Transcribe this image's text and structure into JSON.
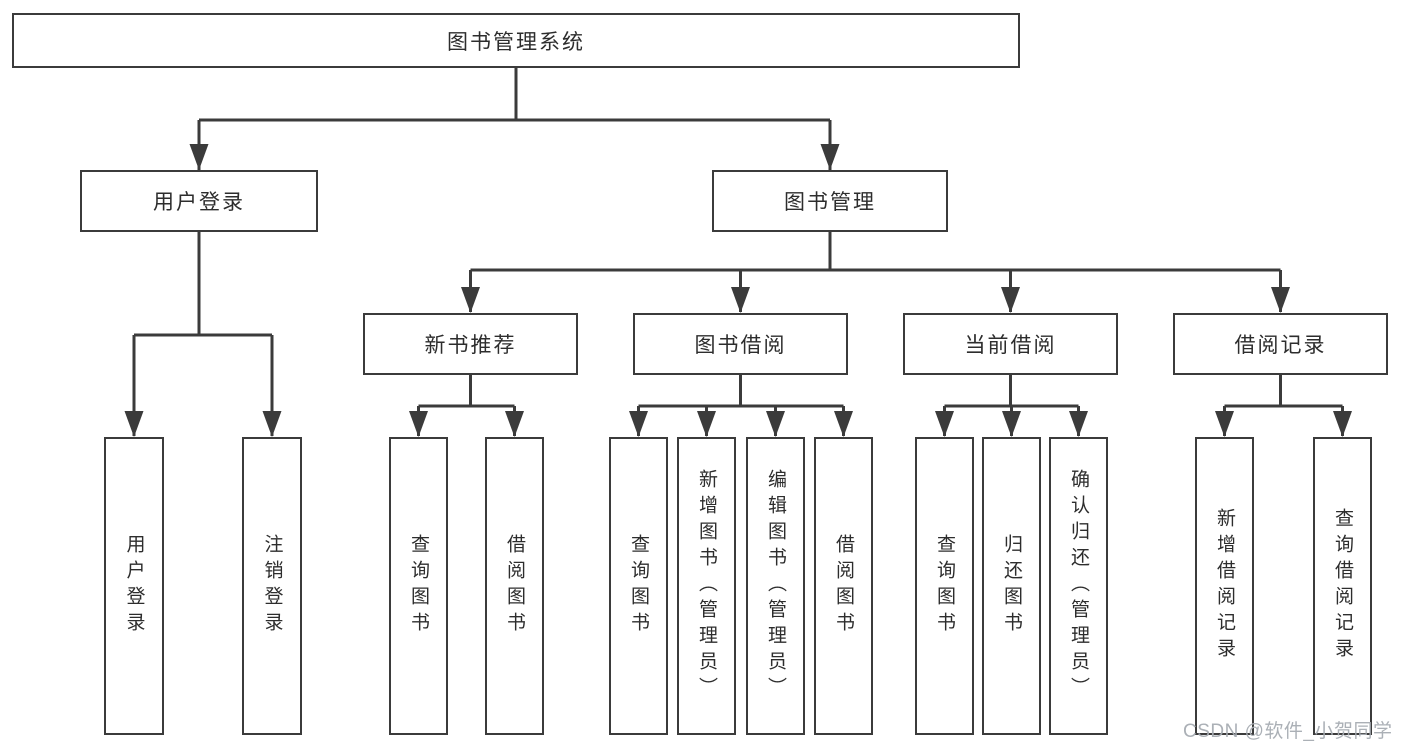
{
  "diagram": {
    "title_node": {
      "label": "图书管理系统"
    },
    "level2": {
      "user_login": {
        "label": "用户登录"
      },
      "book_mgmt": {
        "label": "图书管理"
      }
    },
    "level3": {
      "new_book_rec": {
        "label": "新书推荐"
      },
      "book_borrow": {
        "label": "图书借阅"
      },
      "current_borrow": {
        "label": "当前借阅"
      },
      "borrow_records": {
        "label": "借阅记录"
      }
    },
    "leaves": {
      "user_login_leaf": {
        "label": "用户登录"
      },
      "logout_leaf": {
        "label": "注销登录"
      },
      "rec_query_books": {
        "label": "查询图书"
      },
      "rec_borrow_books": {
        "label": "借阅图书"
      },
      "bb_query_books": {
        "label": "查询图书"
      },
      "bb_add_books": {
        "label": "新增图书（管理员）"
      },
      "bb_edit_books": {
        "label": "编辑图书（管理员）"
      },
      "bb_borrow_books": {
        "label": "借阅图书"
      },
      "cb_query_books": {
        "label": "查询图书"
      },
      "cb_return_books": {
        "label": "归还图书"
      },
      "cb_confirm_return": {
        "label": "确认归还（管理员）"
      },
      "br_add_record": {
        "label": "新增借阅记录"
      },
      "br_query_record": {
        "label": "查询借阅记录"
      }
    },
    "watermark": "CSDN @软件_小贺同学",
    "colors": {
      "line": "#3b3b3b",
      "box_border": "#3b3b3b",
      "text": "#2d2d2d",
      "watermark": "#a7acb2",
      "background": "#ffffff"
    }
  }
}
